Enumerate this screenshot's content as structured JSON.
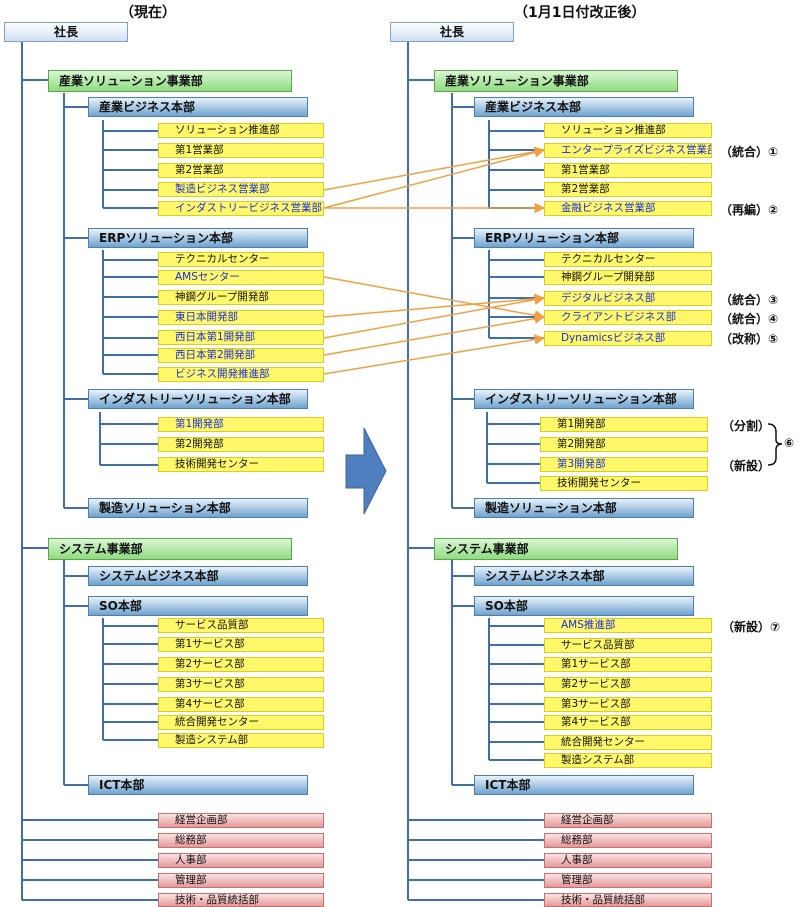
{
  "headers": {
    "current": "（現在）",
    "after": "（1月1日付改正後）"
  },
  "current": {
    "president": "社長",
    "industrial_division": "産業ソリューション事業部",
    "industrial_business_hq": "産業ビジネス本部",
    "ibh_depts": [
      "ソリューション推進部",
      "第1営業部",
      "第2営業部",
      "製造ビジネス営業部",
      "インダストリービジネス営業部"
    ],
    "erp_hq": "ERPソリューション本部",
    "erp_depts": [
      "テクニカルセンター",
      "AMSセンター",
      "神鋼グループ開発部",
      "東日本開発部",
      "西日本第1開発部",
      "西日本第2開発部",
      "ビジネス開発推進部"
    ],
    "industry_sol_hq": "インダストリーソリューション本部",
    "ish_depts": [
      "第1開発部",
      "第2開発部",
      "技術開発センター"
    ],
    "mfg_sol_hq": "製造ソリューション本部",
    "system_division": "システム事業部",
    "system_business_hq": "システムビジネス本部",
    "so_hq": "SO本部",
    "so_depts": [
      "サービス品質部",
      "第1サービス部",
      "第2サービス部",
      "第3サービス部",
      "第4サービス部",
      "統合開発センター",
      "製造システム部"
    ],
    "ict_hq": "ICT本部",
    "staff_depts": [
      "経営企画部",
      "総務部",
      "人事部",
      "管理部",
      "技術・品質統括部"
    ]
  },
  "after": {
    "president": "社長",
    "industrial_division": "産業ソリューション事業部",
    "industrial_business_hq": "産業ビジネス本部",
    "ibh_depts": [
      "ソリューション推進部",
      "エンタープライズビジネス営業部",
      "第1営業部",
      "第2営業部",
      "金融ビジネス営業部"
    ],
    "erp_hq": "ERPソリューション本部",
    "erp_depts": [
      "テクニカルセンター",
      "神鋼グループ開発部",
      "デジタルビジネス部",
      "クライアントビジネス部",
      "Dynamicsビジネス部"
    ],
    "industry_sol_hq": "インダストリーソリューション本部",
    "ish_depts": [
      "第1開発部",
      "第2開発部",
      "第3開発部",
      "技術開発センター"
    ],
    "mfg_sol_hq": "製造ソリューション本部",
    "system_division": "システム事業部",
    "system_business_hq": "システムビジネス本部",
    "so_hq": "SO本部",
    "so_depts": [
      "AMS推進部",
      "サービス品質部",
      "第1サービス部",
      "第2サービス部",
      "第3サービス部",
      "第4サービス部",
      "統合開発センター",
      "製造システム部"
    ],
    "ict_hq": "ICT本部",
    "staff_depts": [
      "経営企画部",
      "総務部",
      "人事部",
      "管理部",
      "技術・品質統括部"
    ]
  },
  "annotations": [
    "（統合）①",
    "（再編）②",
    "（統合）③",
    "（統合）④",
    "（改称）⑤",
    "（分割）",
    "（新設）",
    "⑥",
    "（新設）⑦"
  ],
  "colors": {
    "tree_line": "#3f6fa8",
    "arrow": "#f0a040",
    "big_arrow": "#4f7fbf",
    "dept_fill": "#fff86a",
    "changed_text": "#1a2fd6"
  }
}
